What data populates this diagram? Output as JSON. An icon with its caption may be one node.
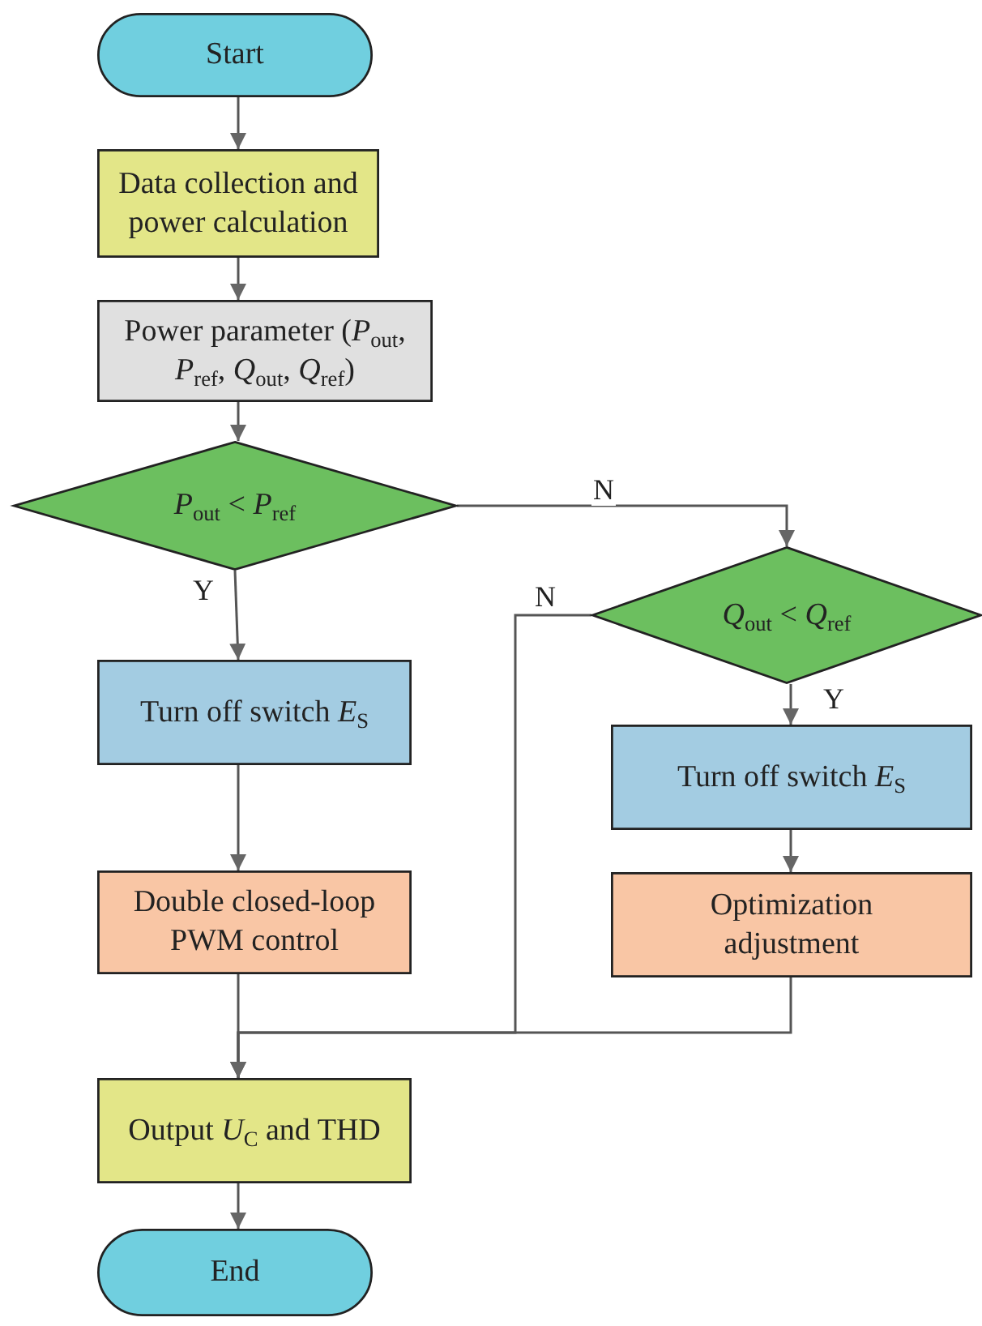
{
  "diagram": {
    "nodes": [
      {
        "text": [
          "Start"
        ]
      },
      {
        "text": [
          "Data collection and power calculation"
        ]
      },
      {
        "text": [
          "Power parameter (*P*$_{out}$, *P*$_{ref}$, *Q*$_{out}$, *Q*$_{ref}$)"
        ]
      },
      {
        "text": [
          "*P*$_{out}$ < *P*$_{ref}$"
        ]
      },
      {
        "text": [
          "*Q*$_{out}$ < *Q*$_{ref}$"
        ]
      },
      {
        "text": [
          "Turn off switch *E*$_{S}$"
        ]
      },
      {
        "text": [
          "Double closed-loop PWM control"
        ]
      },
      {
        "text": [
          "Turn off switch *E*$_{S}$"
        ]
      },
      {
        "text": [
          "Optimization adjustment"
        ]
      },
      {
        "text": [
          "Output *U*$_{C}$ and THD"
        ]
      },
      {
        "text": [
          "End"
        ]
      }
    ],
    "edges": [
      {
        "from": 0,
        "to": 1,
        "arrow": "to"
      },
      {
        "from": 1,
        "to": 2,
        "arrow": "to"
      },
      {
        "from": 2,
        "to": 3,
        "arrow": "to"
      },
      {
        "from": 3,
        "to": 5,
        "arrow": "to",
        "label": "Y"
      },
      {
        "from": 3,
        "to": 4,
        "arrow": "to",
        "label": "N"
      },
      {
        "from": 4,
        "to": 7,
        "arrow": "to",
        "label": "Y"
      },
      {
        "from": 5,
        "to": 6,
        "arrow": "to"
      },
      {
        "from": 7,
        "to": 8,
        "arrow": "to"
      },
      {
        "from": 6,
        "to": 9,
        "arrow": "to"
      },
      {
        "from": 4,
        "to": 9,
        "arrow": "to",
        "label": "N"
      },
      {
        "from": 8,
        "to": 9,
        "arrow": "to"
      },
      {
        "from": 9,
        "to": 10,
        "arrow": "to"
      }
    ]
  }
}
